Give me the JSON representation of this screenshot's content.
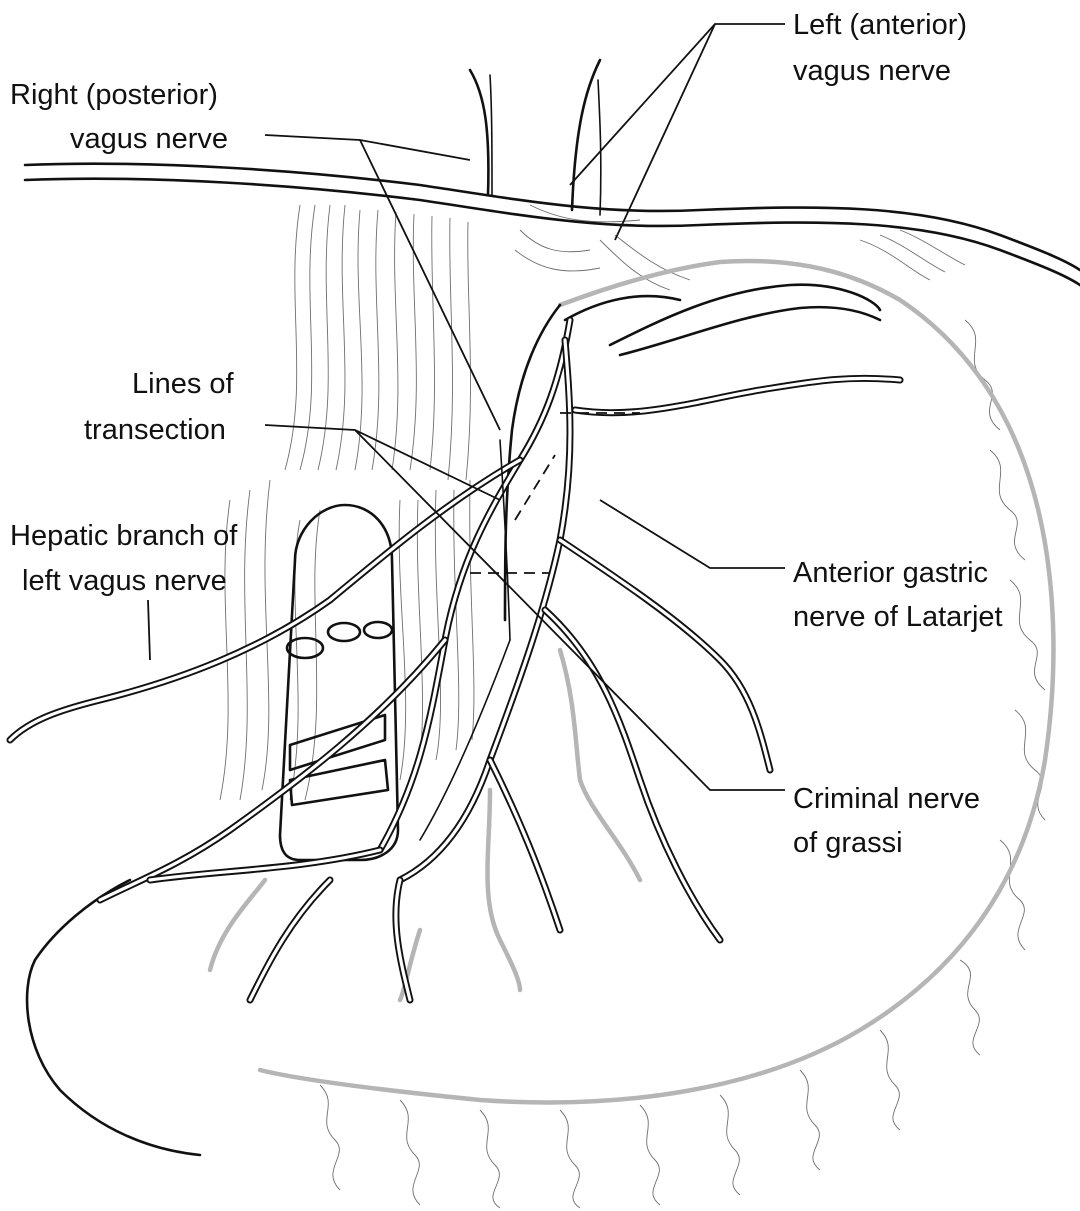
{
  "labels": {
    "left_vagus": [
      "Left (anterior)",
      "vagus nerve"
    ],
    "right_vagus": [
      "Right (posterior)",
      "vagus nerve"
    ],
    "lines_transection": [
      "Lines of",
      "transection"
    ],
    "hepatic_branch": [
      "Hepatic branch of",
      "left vagus nerve"
    ],
    "anterior_gastric": [
      "Anterior gastric",
      "nerve of Latarjet"
    ],
    "criminal_nerve": [
      "Criminal nerve",
      "of grassi"
    ]
  },
  "colors": {
    "ink": "#111111",
    "stomach_outline": "#b5b5b5",
    "tissue_hatch": "#6f6f6f",
    "background": "#ffffff"
  }
}
